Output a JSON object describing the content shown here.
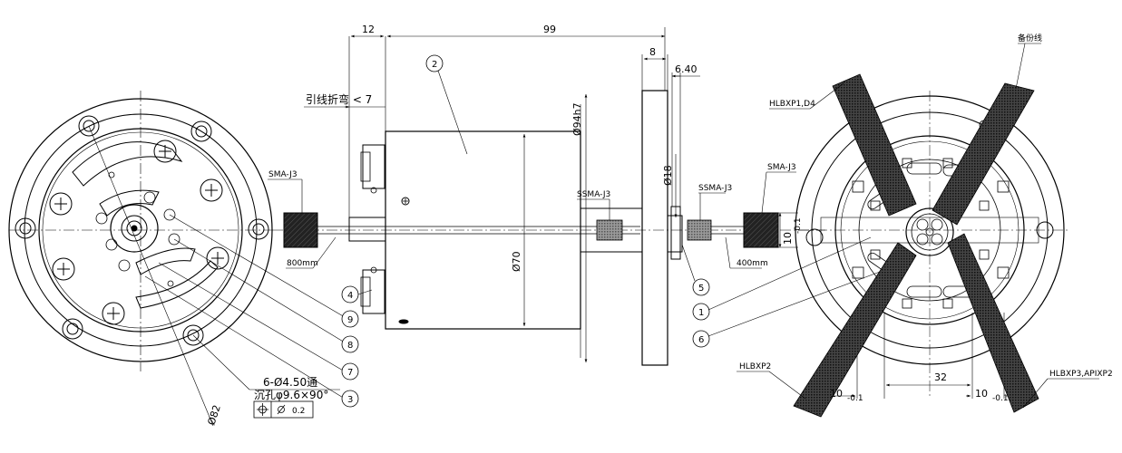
{
  "dimensions": {
    "d12": "12",
    "d99": "99",
    "d8": "8",
    "d640": "6.40",
    "d94h7": "Ø94h7",
    "d18": "Ø18",
    "d70": "Ø70",
    "d82": "Ø82",
    "d32": "32",
    "d10_top": "10",
    "d10_top_tol": "-0.1",
    "d10_left": "10",
    "d10_left_tol": "-0.1",
    "d10_right": "10",
    "d10_right_tol": "-0.1"
  },
  "labels": {
    "lead_bend": "引线折弯 < 7",
    "sma_j3_left": "SMA-J3",
    "ssma_j3_mid": "SSMA-J3",
    "ssma_j3_right": "SSMA-J3",
    "sma_j3_right": "SMA-J3",
    "len_800": "800mm",
    "len_400": "400mm",
    "spare_wire": "备份线",
    "hlbxp1_d4": "HLBXP1,D4",
    "hlbxp2": "HLBXP2",
    "hlbxp3": "HLBXP3,APIXP2",
    "holes_line1": "6-Ø4.50通",
    "holes_line2": "沉孔φ9.6×90°",
    "tolerance_value": "0.2"
  },
  "balloons": [
    "1",
    "2",
    "3",
    "4",
    "5",
    "6",
    "7",
    "8",
    "9"
  ],
  "icons": {
    "position_tolerance": "position-tolerance-icon",
    "diameter_symbol": "diameter-symbol-icon"
  }
}
